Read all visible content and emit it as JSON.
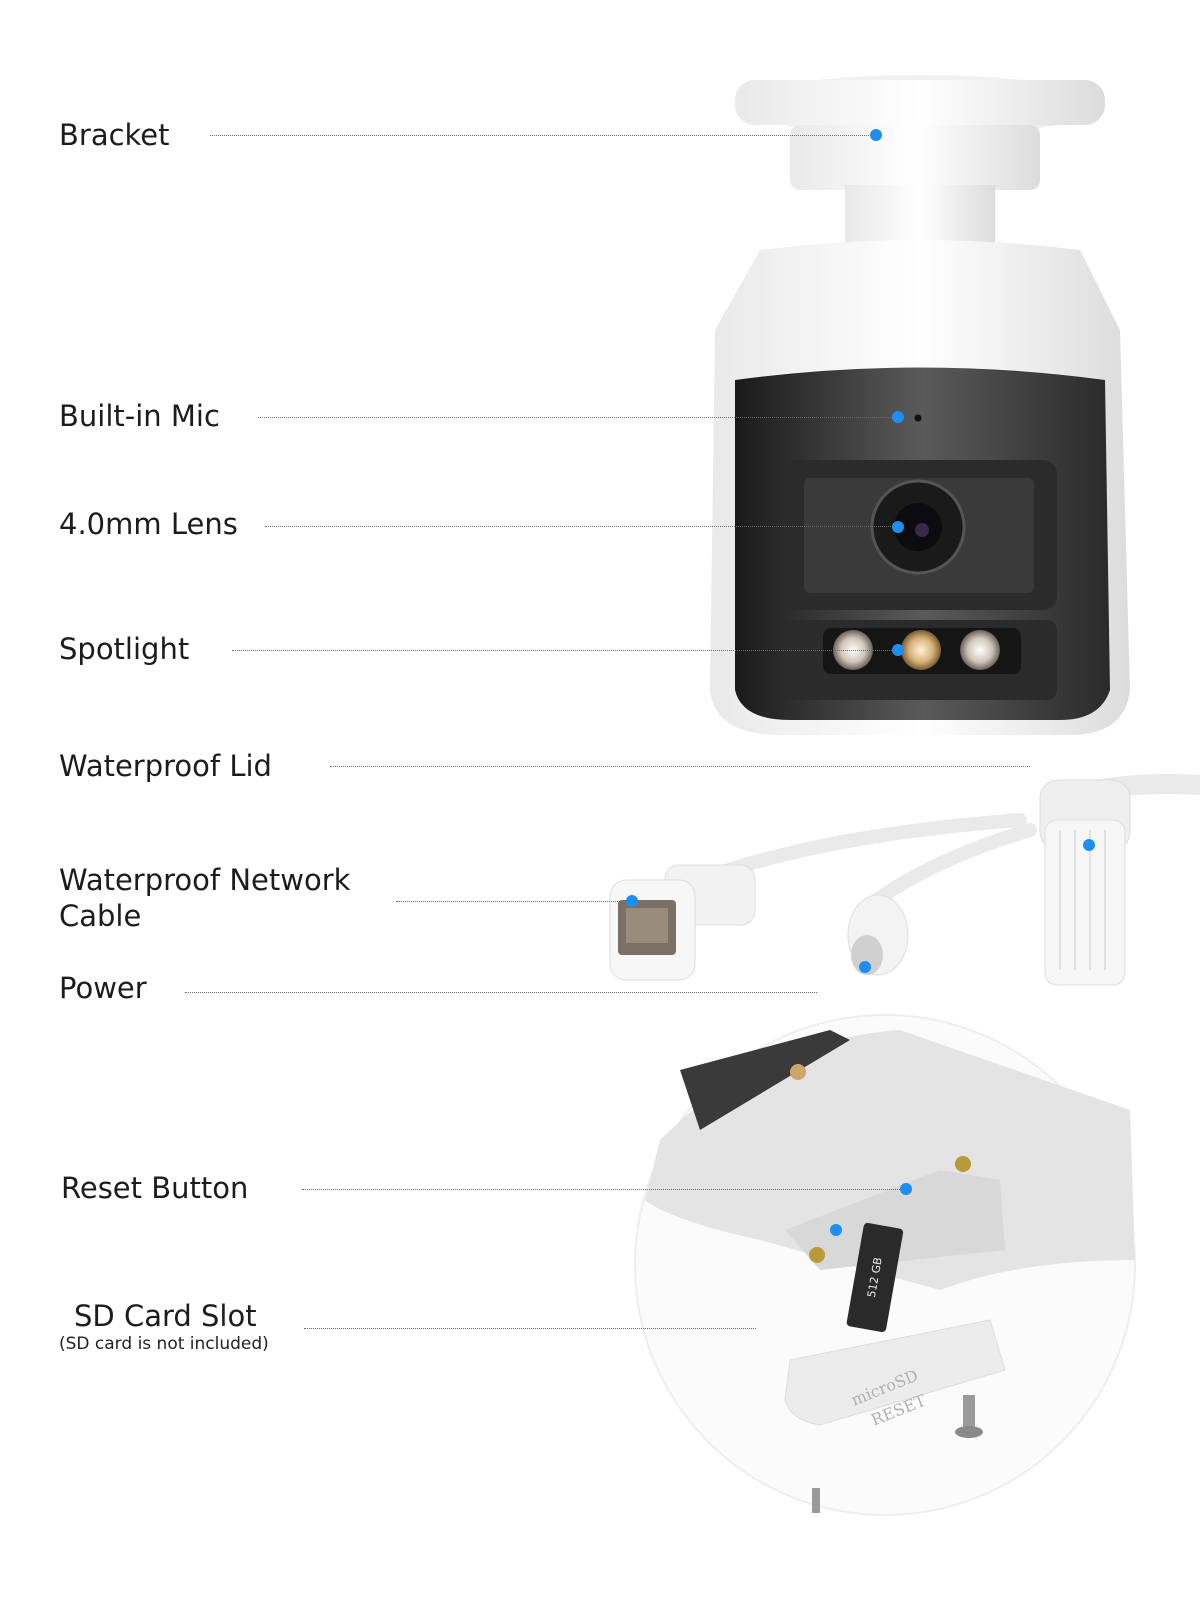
{
  "labels": {
    "bracket": "Bracket",
    "mic": "Built-in Mic",
    "lens": "4.0mm Lens",
    "spotlight": "Spotlight",
    "waterproof_lid": "Waterproof Lid",
    "network_cable_line1": "Waterproof Network",
    "network_cable_line2": "Cable",
    "power": "Power",
    "reset_button": "Reset Button",
    "sd_card_slot": "SD Card Slot",
    "sd_card_note": "(SD card is not included)"
  },
  "product_markings": {
    "sd_card_capacity": "512",
    "sd_card_unit": "GB",
    "lid_text_line1": "microSD",
    "lid_text_line2": "RESET"
  },
  "colors": {
    "accent_dot": "#1e8ff0",
    "text": "#1c1c1c",
    "leader": "#6a6a6a"
  }
}
